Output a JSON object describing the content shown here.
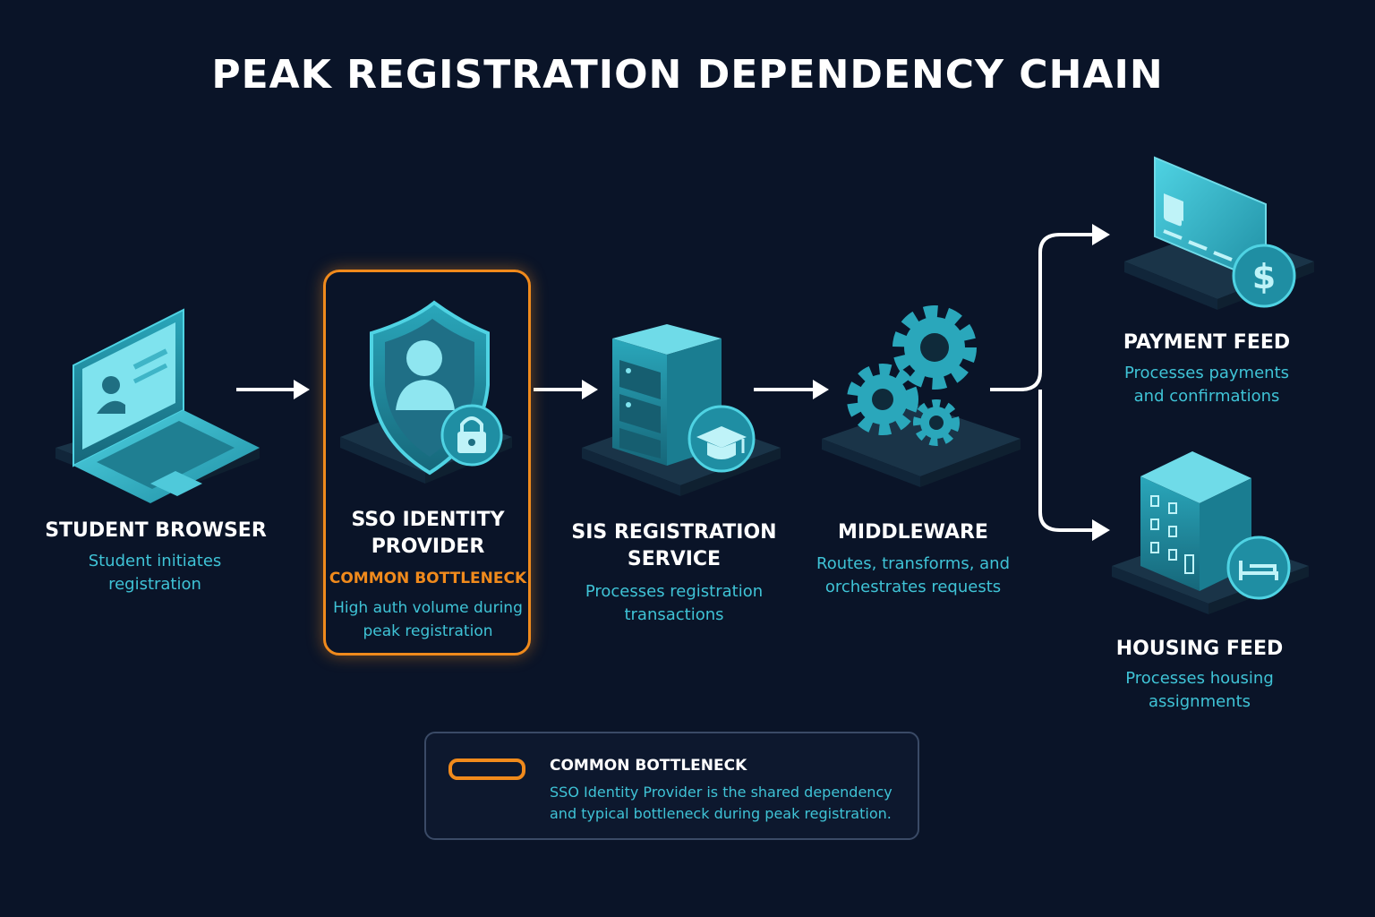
{
  "title": "PEAK REGISTRATION DEPENDENCY CHAIN",
  "nodes": {
    "browser": {
      "label": "STUDENT BROWSER",
      "desc": "Student initiates registration"
    },
    "sso": {
      "label": "SSO IDENTITY PROVIDER",
      "tag": "COMMON BOTTLENECK",
      "desc": "High auth volume during peak registration"
    },
    "sis": {
      "label": "SIS REGISTRATION SERVICE",
      "desc": "Processes registration transactions"
    },
    "middleware": {
      "label": "MIDDLEWARE",
      "desc": "Routes, transforms, and orchestrates requests"
    },
    "payment": {
      "label": "PAYMENT FEED",
      "desc": "Processes payments and confirmations"
    },
    "housing": {
      "label": "HOUSING FEED",
      "desc": "Processes housing assignments"
    }
  },
  "legend": {
    "title": "COMMON BOTTLENECK",
    "text": "SSO Identity Provider is the shared dependency and typical bottleneck during peak registration."
  },
  "colors": {
    "background": "#0a1428",
    "accent": "#3fc3d6",
    "highlight": "#f08a1c"
  },
  "icons": [
    "laptop-icon",
    "shield-lock-icon",
    "server-graduation-icon",
    "gears-icon",
    "credit-card-icon",
    "building-bed-icon"
  ]
}
